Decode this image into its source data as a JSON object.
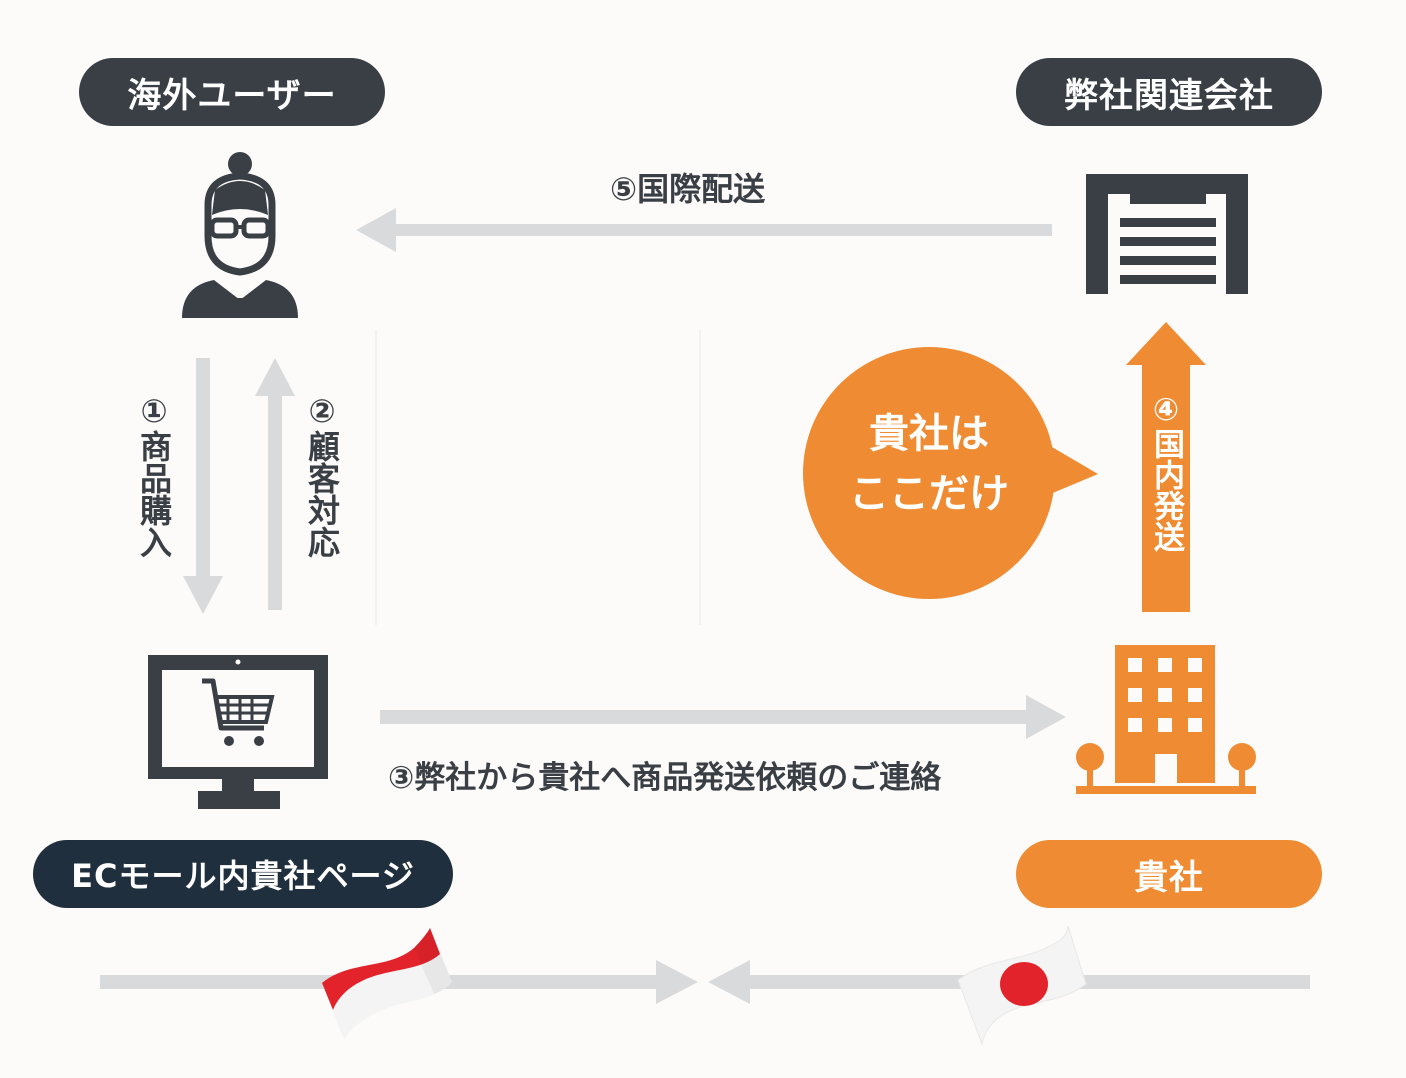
{
  "nodes": {
    "overseas_user": "海外ユーザー",
    "partner_company": "弊社関連会社",
    "ec_mall_page": "ECモール内貴社ページ",
    "your_company": "貴社"
  },
  "steps": {
    "step1": "①商品購入",
    "step2": "②顧客対応",
    "step3": "③弊社から貴社へ商品発送依頼のご連絡",
    "step4": "④国内発送",
    "step5": "⑤国際配送"
  },
  "bubble": {
    "line1": "貴社は",
    "line2": "ここだけ"
  },
  "colors": {
    "dark": "#3a3f46",
    "navy": "#1f2f3d",
    "orange": "#ef8c33",
    "arrow_gray": "#d9dadb",
    "background": "#fcfbf9"
  },
  "icons": [
    "person-with-glasses-icon",
    "warehouse-icon",
    "shopping-cart-monitor-icon",
    "office-building-icon",
    "indonesia-flag-icon",
    "japan-flag-icon"
  ]
}
